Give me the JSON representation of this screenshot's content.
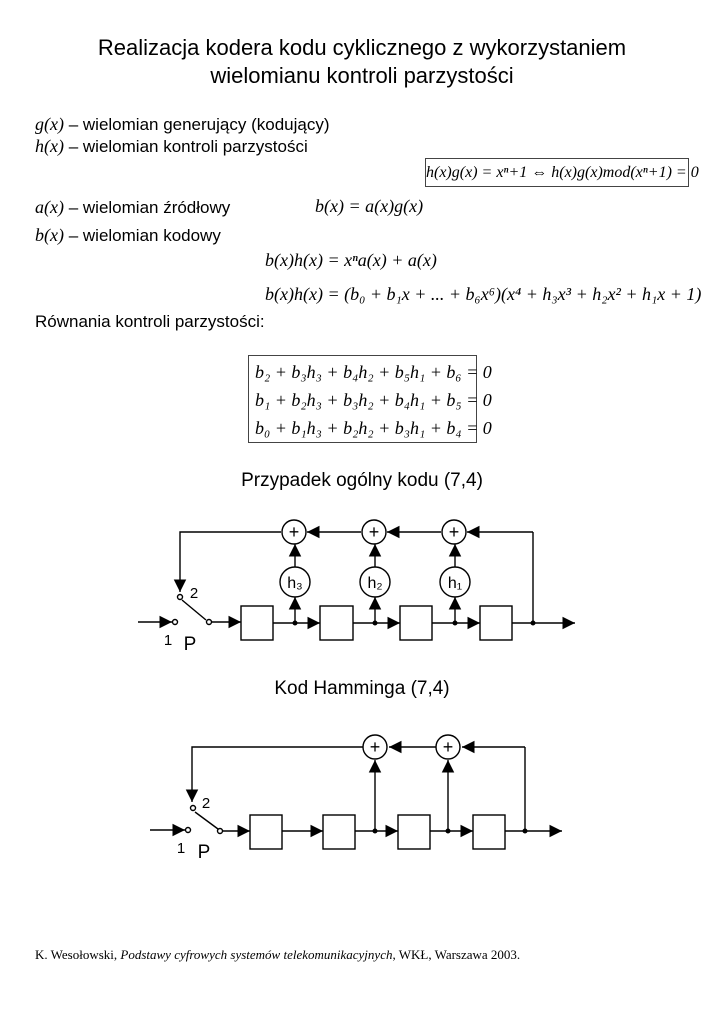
{
  "title": {
    "line1": "Realizacja kodera kodu cyklicznego z wykorzystaniem",
    "line2": "wielomianu kontroli parzystości"
  },
  "definitions": [
    {
      "symbol": "g(x)",
      "text": " – wielomian generujący (kodujący)"
    },
    {
      "symbol": "h(x)",
      "text": " – wielomian kontroli parzystości"
    },
    {
      "symbol": "a(x)",
      "text": " – wielomian źródłowy"
    },
    {
      "symbol": "b(x)",
      "text": " – wielomian kodowy"
    }
  ],
  "equations": {
    "boxed": "h(x)g(x) = xⁿ+1 ⇔ h(x)g(x)mod(xⁿ+1) = 0",
    "code": "b(x) = a(x)g(x)",
    "product1": "b(x)h(x) = xⁿa(x) + a(x)",
    "product2": "b(x)h(x) = (b₀ + b₁x + ... + b₆x⁶)(x⁴ + h₃x³ + h₂x² + h₁x + 1)"
  },
  "parity_heading": "Równania kontroli parzystości:",
  "parity_equations": [
    "b₂ + b₃h₃ + b₄h₂ + b₅h₁ + b₆ = 0",
    "b₁ + b₂h₃ + b₃h₂ + b₄h₁ + b₅ = 0",
    "b₀ + b₁h₃ + b₂h₂ + b₃h₁ + b₄ = 0"
  ],
  "diagram1": {
    "heading": "Przypadek ogólny kodu (7,4)",
    "adder": "+",
    "coefficients": [
      "h₃",
      "h₂",
      "h₁"
    ],
    "switch_labels": {
      "pos1": "1",
      "pos2": "2",
      "name": "P"
    }
  },
  "diagram2": {
    "heading": "Kod Hamminga (7,4)",
    "adder": "+",
    "switch_labels": {
      "pos1": "1",
      "pos2": "2",
      "name": "P"
    }
  },
  "footer": {
    "author": "K. Wesołowski, ",
    "book": "Podstawy cyfrowych systemów telekomunikacyjnych",
    "publisher": ", WKŁ, Warszawa 2003."
  }
}
